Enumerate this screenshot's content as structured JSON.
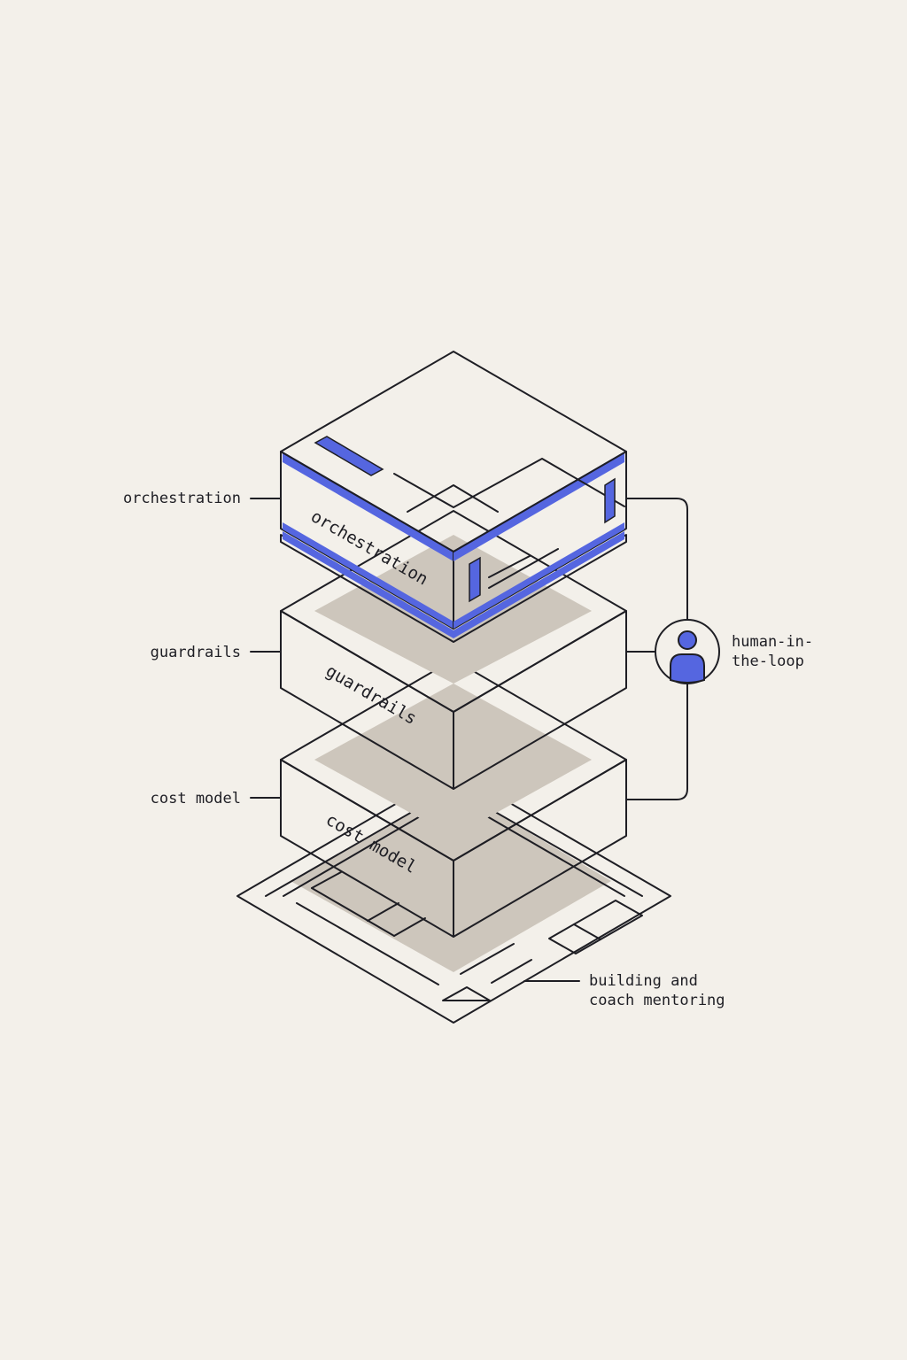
{
  "layers": [
    {
      "id": "orchestration",
      "side_label": "orchestration",
      "face_label": "orchestration"
    },
    {
      "id": "guardrails",
      "side_label": "guardrails",
      "face_label": "guardrails"
    },
    {
      "id": "cost-model",
      "side_label": "cost model",
      "face_label": "cost model"
    }
  ],
  "foundation": {
    "label_line1": "building and",
    "label_line2": "coach mentoring"
  },
  "human_loop": {
    "label_line1": "human-in-",
    "label_line2": "the-loop",
    "icon": "person-icon"
  },
  "colors": {
    "background": "#f3f0ea",
    "accent": "#5566e0",
    "stroke": "#1e1e24",
    "top_face": "#f3f0ea",
    "shade": "#cdc6bc"
  }
}
